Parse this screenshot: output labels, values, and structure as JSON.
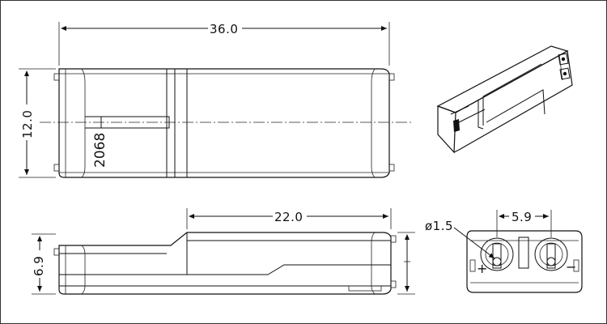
{
  "dimensions": {
    "length": "36.0",
    "height": "12.0",
    "contact_length": "22.0",
    "thickness": "6.9",
    "pitch": "5.9",
    "pin_diameter": "ø1.5"
  },
  "part_marking": "2068",
  "polarity": {
    "positive": "+",
    "negative": "−"
  },
  "colors": {
    "line": "#111111",
    "background": "#ffffff"
  }
}
